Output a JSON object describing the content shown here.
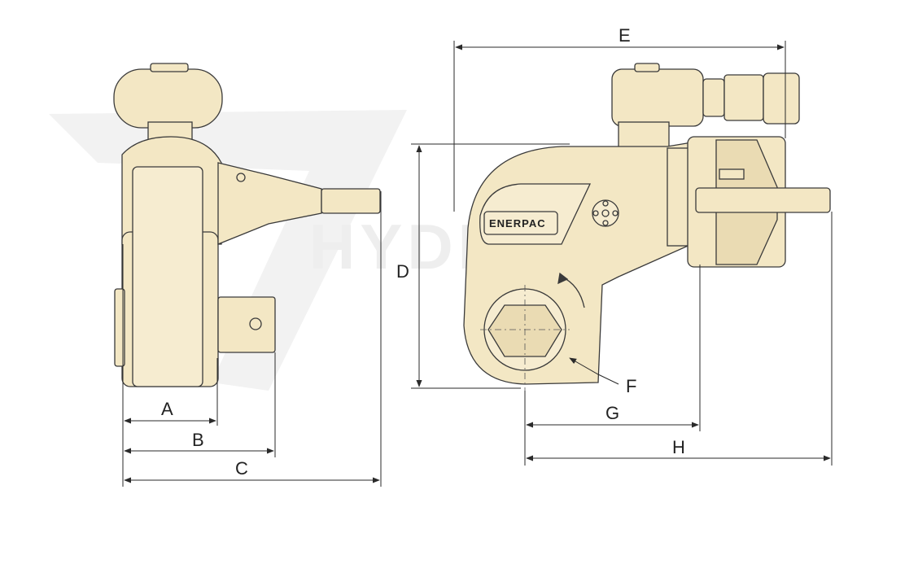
{
  "colors": {
    "body": "#f3e7c4",
    "body_dark": "#e4d3a6",
    "outline": "#3a3a3a",
    "dim_line": "#2a2a2a",
    "watermark": "#eeeeee",
    "background": "#ffffff"
  },
  "watermark": {
    "text": "HYDRAN"
  },
  "brand": {
    "logo_text": "ENERPAC"
  },
  "dimensions": {
    "A": "A",
    "B": "B",
    "C": "C",
    "D": "D",
    "E": "E",
    "F": "F",
    "G": "G",
    "H": "H"
  },
  "icons": [
    "rotation-arrow-icon",
    "port-hole-pattern-icon",
    "brand-logo"
  ]
}
